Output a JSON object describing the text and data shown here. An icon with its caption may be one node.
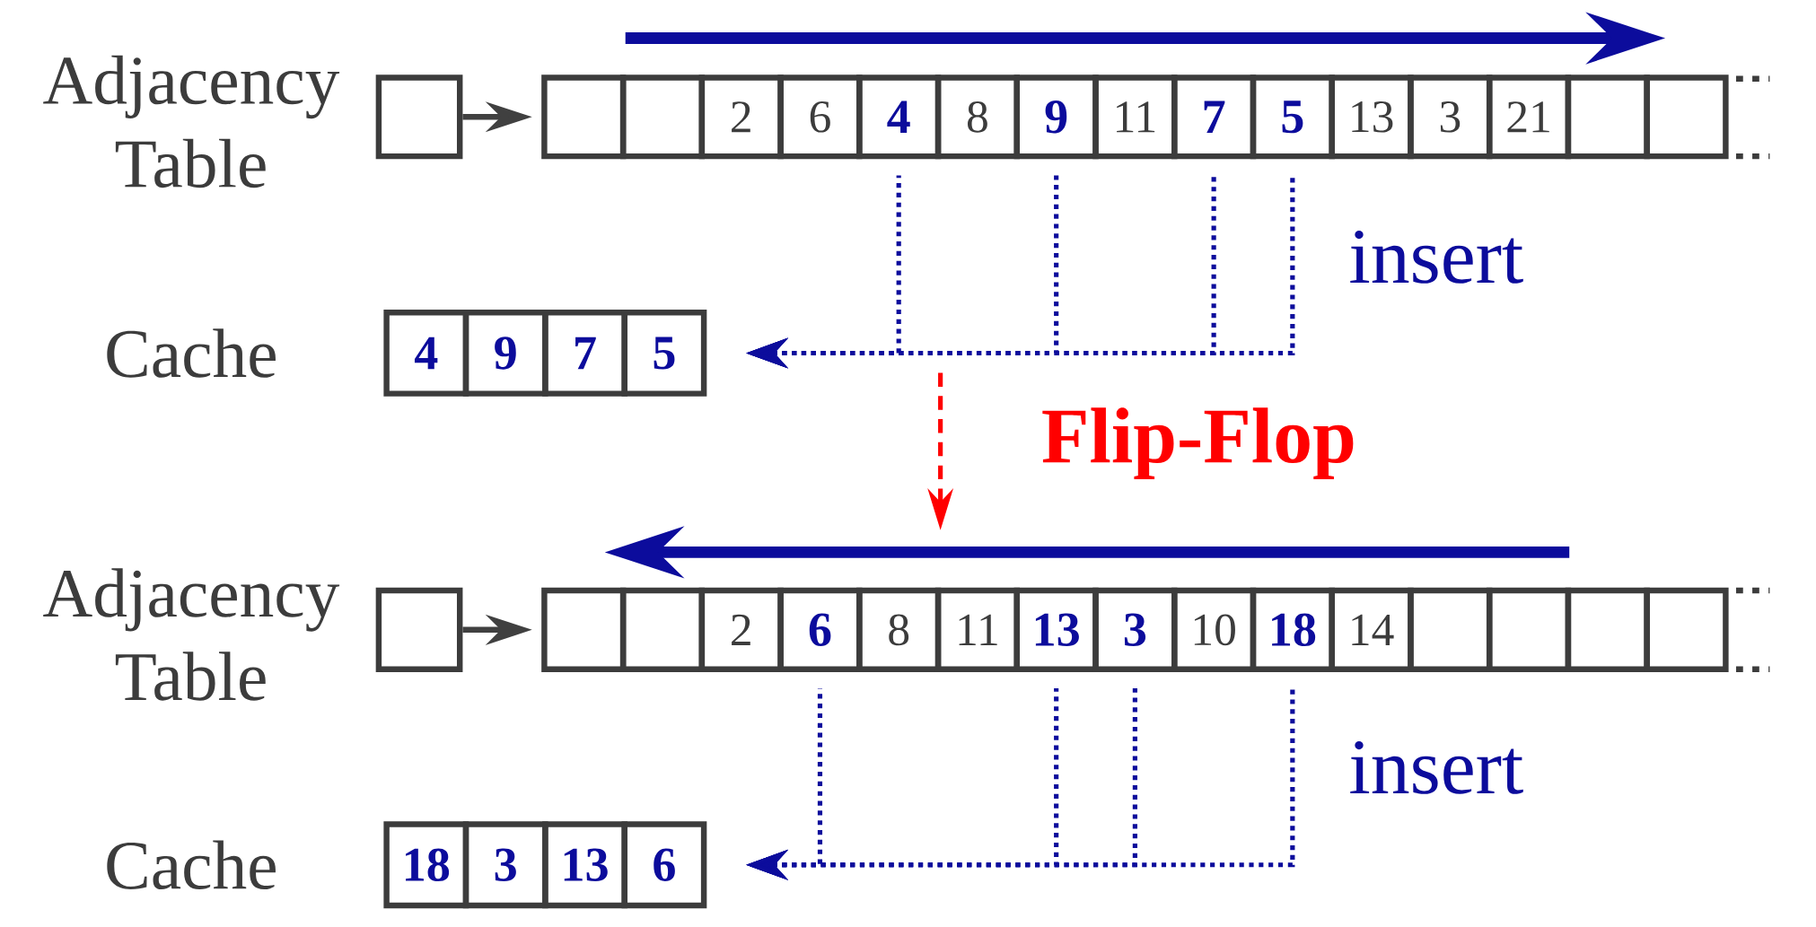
{
  "diagram": {
    "nodes": [
      {
        "text": [],
        "shape": "box"
      },
      {
        "text": [],
        "shape": "box"
      },
      {
        "text": [],
        "shape": "box"
      },
      {
        "text": [
          "2"
        ]
      },
      {
        "text": [
          "6"
        ]
      },
      {
        "text": [
          "4"
        ]
      },
      {
        "text": [
          "8"
        ]
      },
      {
        "text": [
          "9"
        ]
      },
      {
        "text": [
          "11"
        ]
      },
      {
        "text": [
          "7"
        ]
      },
      {
        "text": [
          "5"
        ]
      },
      {
        "text": [
          "13"
        ]
      },
      {
        "text": [
          "3"
        ]
      },
      {
        "text": [
          "21"
        ]
      },
      {
        "text": [],
        "shape": "box"
      },
      {
        "text": [],
        "shape": "box"
      },
      {
        "text": [
          "4"
        ]
      },
      {
        "text": [
          "9"
        ]
      },
      {
        "text": [
          "7"
        ]
      },
      {
        "text": [
          "5"
        ]
      },
      {
        "text": [],
        "shape": "box"
      },
      {
        "text": [],
        "shape": "box"
      },
      {
        "text": [],
        "shape": "box"
      },
      {
        "text": [
          "2"
        ]
      },
      {
        "text": [
          "6"
        ]
      },
      {
        "text": [
          "8"
        ]
      },
      {
        "text": [
          "11"
        ]
      },
      {
        "text": [
          "13"
        ]
      },
      {
        "text": [
          "3"
        ]
      },
      {
        "text": [
          "10"
        ]
      },
      {
        "text": [
          "18"
        ]
      },
      {
        "text": [
          "14"
        ]
      },
      {
        "text": [],
        "shape": "box"
      },
      {
        "text": [],
        "shape": "box"
      },
      {
        "text": [],
        "shape": "box"
      },
      {
        "text": [],
        "shape": "box"
      },
      {
        "text": [
          "18"
        ]
      },
      {
        "text": [
          "3"
        ]
      },
      {
        "text": [
          "13"
        ]
      },
      {
        "text": [
          "6"
        ]
      }
    ],
    "edges": [
      {
        "from": 0,
        "to": 1,
        "arrow": "to",
        "color": "#404040"
      },
      {
        "from": 5,
        "to": 19,
        "arrow": "to",
        "style": "dashed",
        "color": "#0c0c9c"
      },
      {
        "from": 7,
        "to": 19,
        "arrow": "to",
        "style": "dashed",
        "color": "#0c0c9c"
      },
      {
        "from": 9,
        "to": 19,
        "arrow": "to",
        "style": "dashed",
        "color": "#0c0c9c"
      },
      {
        "from": 10,
        "to": 19,
        "arrow": "to",
        "style": "dashed",
        "color": "#0c0c9c"
      },
      {
        "from": 20,
        "to": 21,
        "arrow": "to",
        "color": "#404040"
      },
      {
        "from": 24,
        "to": 39,
        "arrow": "to",
        "style": "dashed",
        "color": "#0c0c9c"
      },
      {
        "from": 27,
        "to": 39,
        "arrow": "to",
        "style": "dashed",
        "color": "#0c0c9c"
      },
      {
        "from": 28,
        "to": 39,
        "arrow": "to",
        "style": "dashed",
        "color": "#0c0c9c"
      },
      {
        "from": 30,
        "to": 39,
        "arrow": "to",
        "style": "dashed",
        "color": "#0c0c9c"
      }
    ],
    "labels": [
      "Adjacency Table",
      "insert",
      "Cache",
      "Flip-Flop",
      "Adjacency Table",
      "insert",
      "Cache"
    ]
  }
}
